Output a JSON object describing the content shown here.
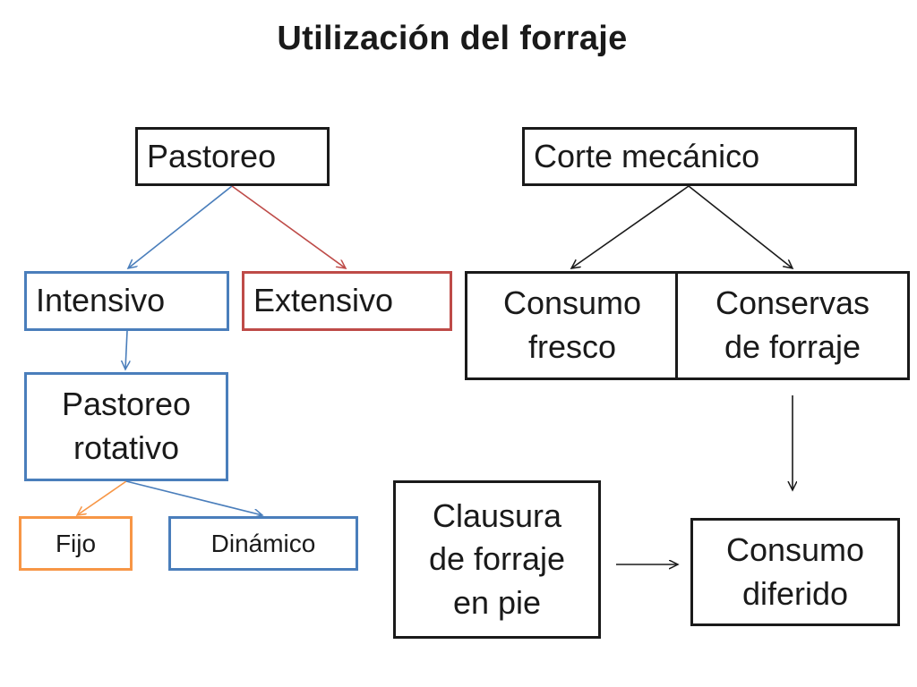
{
  "title": "Utilización del forraje",
  "nodes": {
    "pastoreo": "Pastoreo",
    "corte_mecanico": "Corte mecánico",
    "intensivo": "Intensivo",
    "extensivo": "Extensivo",
    "consumo_fresco": "Consumo\nfresco",
    "conservas_de_forraje": "Conservas\nde  forraje",
    "pastoreo_rotativo": "Pastoreo\nrotativo",
    "fijo": "Fijo",
    "dinamico": "Dinámico",
    "clausura_de_forraje_en_pie": "Clausura\nde forraje\nen pie",
    "consumo_diferido": "Consumo\ndiferido"
  },
  "colors": {
    "text": "#1a1a1a",
    "black": "#1a1a1a",
    "blue": "#4a7ebb",
    "red": "#be4b48",
    "orange": "#f79646"
  }
}
